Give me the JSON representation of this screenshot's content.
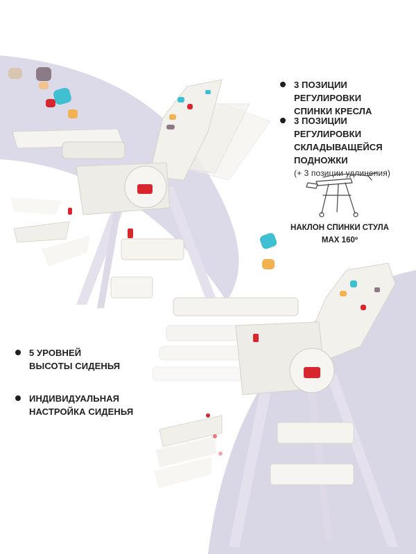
{
  "colors": {
    "accent_blue": "#3fc0d2",
    "accent_orange": "#f2b252",
    "accent_red": "#d8262f",
    "accent_mauve": "#8c7b86",
    "wave": "#d9d6e6",
    "chair_white": "#f1efea",
    "text": "#1e1e1e"
  },
  "features": {
    "backrest": {
      "label_line1": "3 ПОЗИЦИИ РЕГУЛИРОВКИ",
      "label_line2": "СПИНКИ КРЕСЛА"
    },
    "footrest": {
      "label_line1": "3 ПОЗИЦИИ РЕГУЛИРОВКИ",
      "label_line2": "СКЛАДЫВАЩЕЙСЯ ПОДНОЖКИ",
      "sublabel": "(+ 3 позиции удлинения)"
    },
    "height": {
      "label_line1": "5 УРОВНЕЙ",
      "label_line2": "ВЫСОТЫ СИДЕНЬЯ"
    },
    "custom": {
      "label_line1": "ИНДИВИДУАЛЬНАЯ",
      "label_line2": "НАСТРОЙКА СИДЕНЬЯ"
    }
  },
  "recline": {
    "icon": "highchair-recline-icon",
    "caption_line1": "НАКЛОН СПИНКИ СТУЛА",
    "caption_line2": "MAX 160º"
  },
  "images": {
    "top_photo": "highchair-recline-photo",
    "bottom_photo": "highchair-height-photo"
  }
}
